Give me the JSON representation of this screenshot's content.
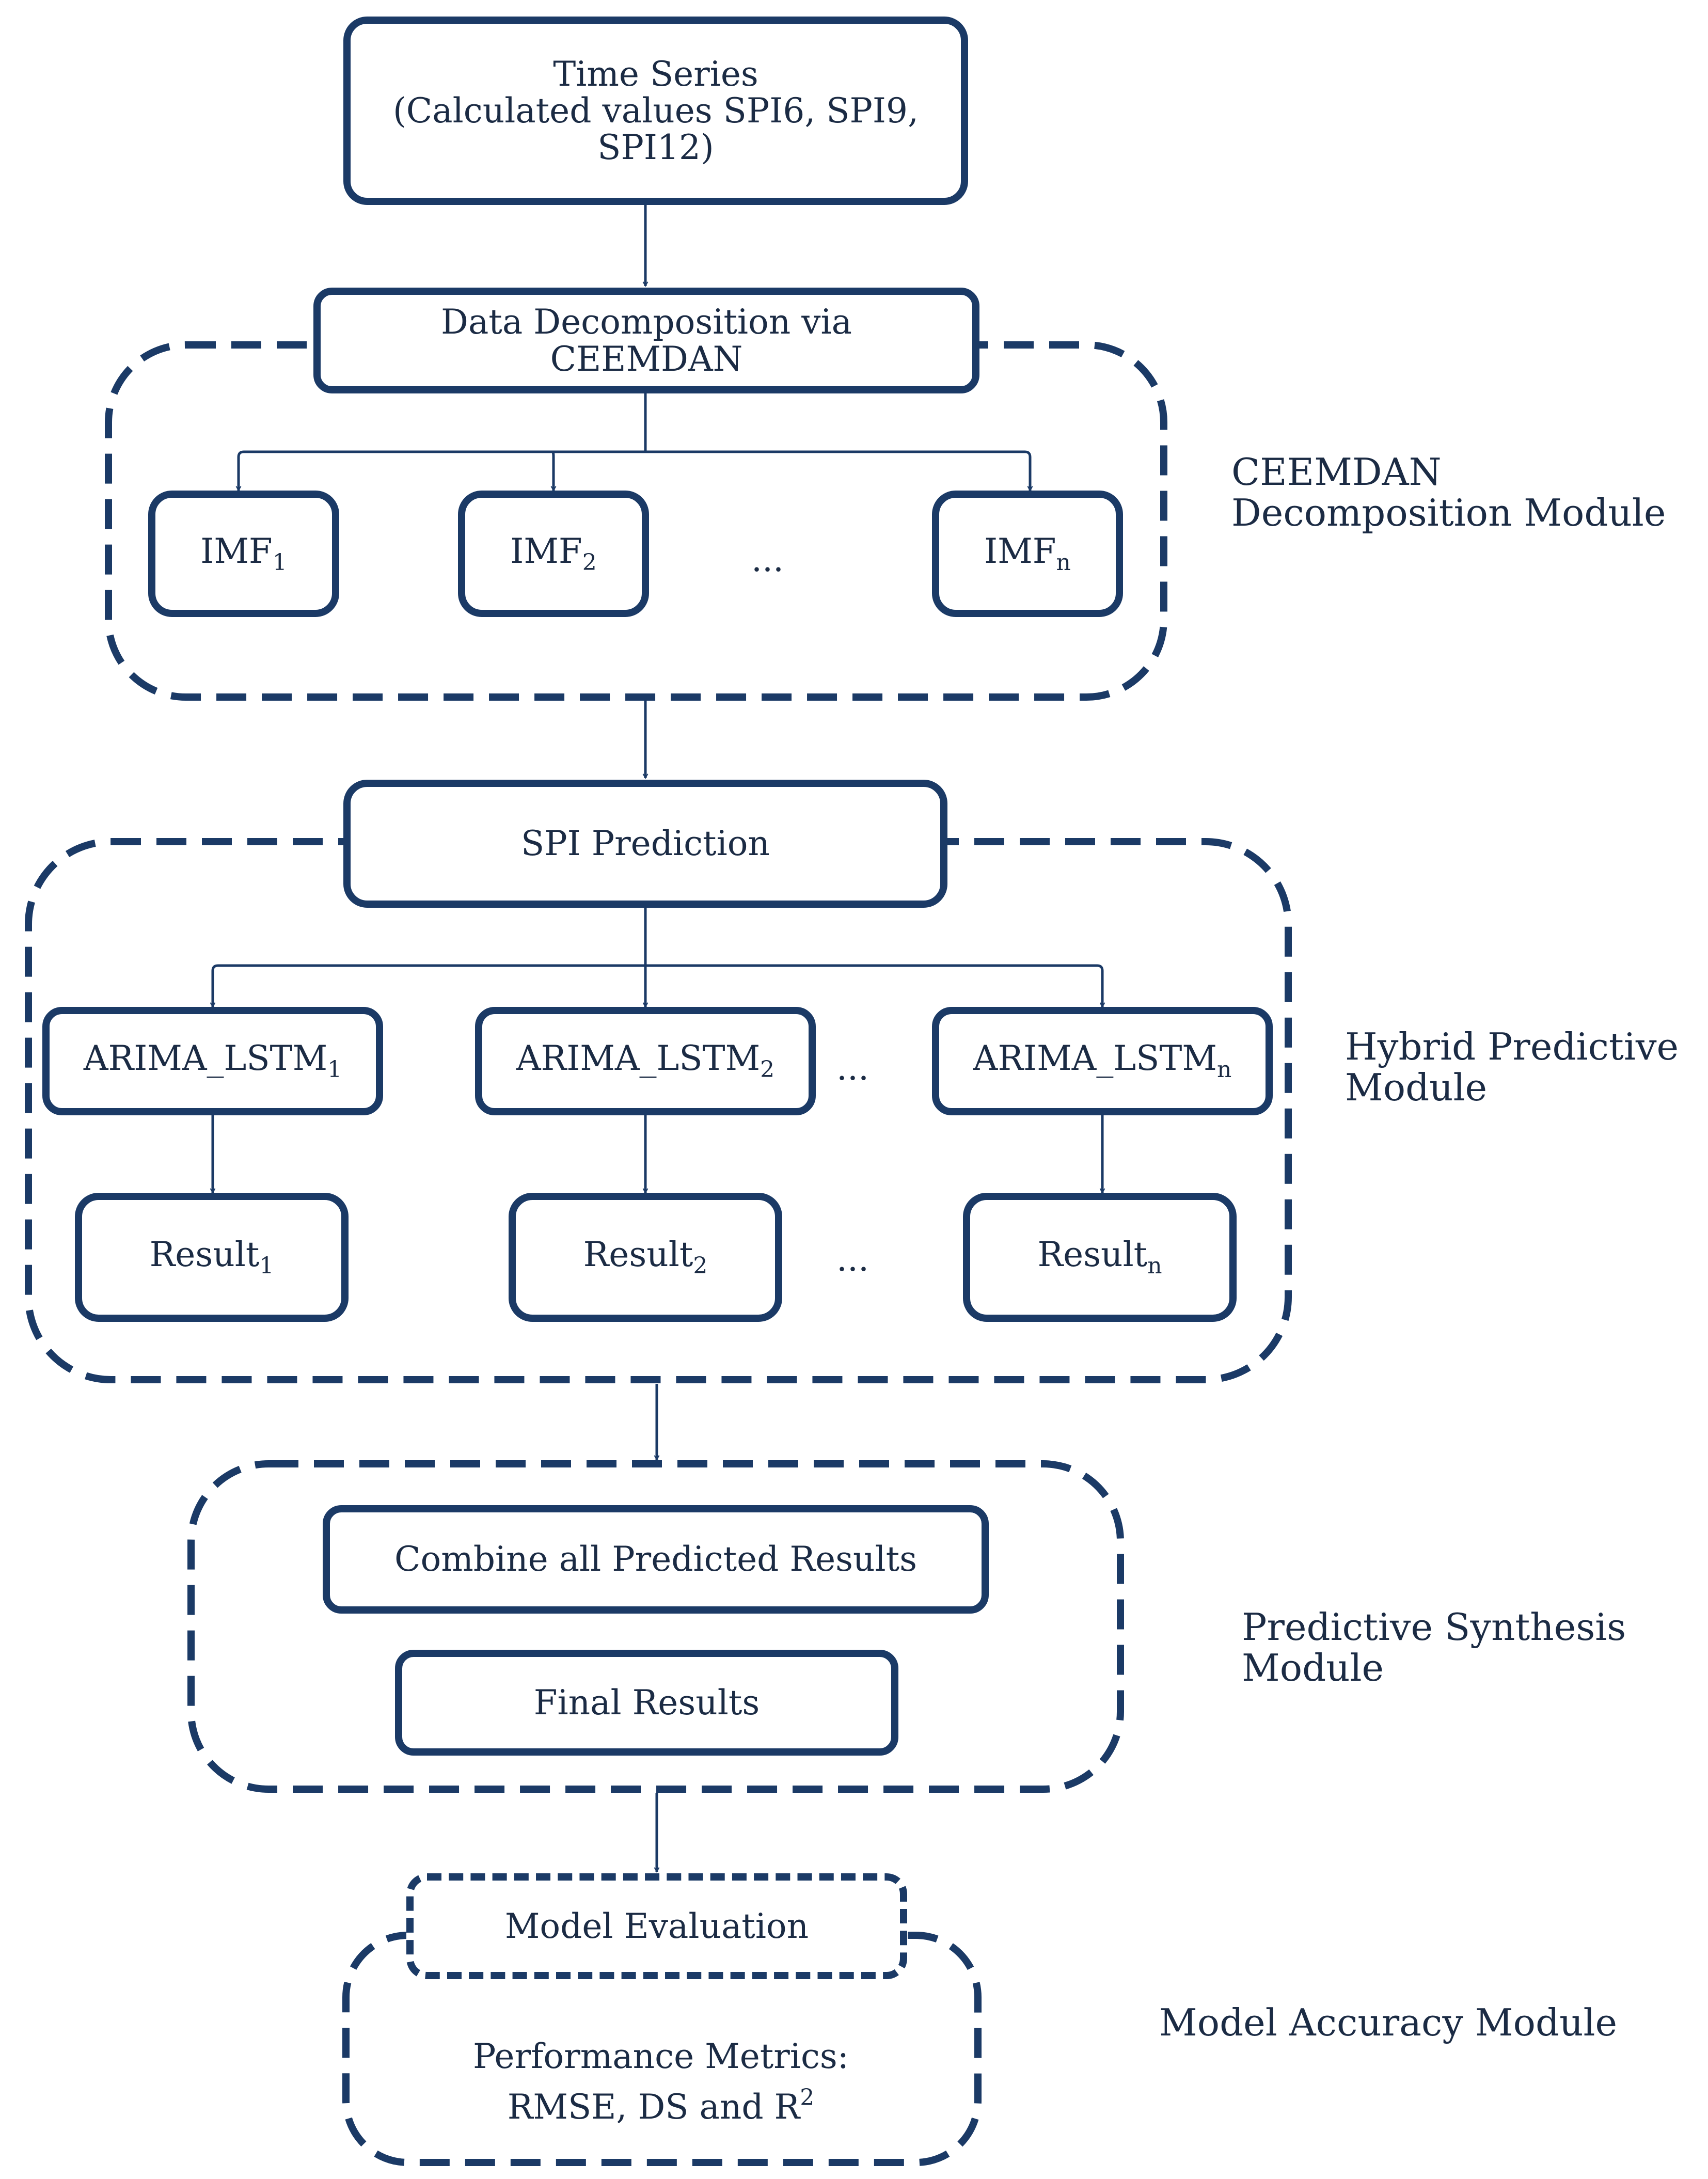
{
  "colors": {
    "stroke": "#1b3a66",
    "text": "#1b2b44"
  },
  "time_series": {
    "line1": "Time Series",
    "line2": "(Calculated values SPI6, SPI9,",
    "line3": "SPI12)"
  },
  "ceemdan": {
    "header_line1": "Data Decomposition via",
    "header_line2": "CEEMDAN",
    "imf_base": "IMF",
    "imf_subs": [
      "1",
      "2",
      "n"
    ],
    "ellipsis": "...",
    "module_label": "CEEMDAN\nDecomposition Module"
  },
  "hybrid": {
    "header": "SPI Prediction",
    "model_base": "ARIMA_LSTM",
    "model_subs": [
      "1",
      "2",
      "n"
    ],
    "result_base": "Result",
    "result_subs": [
      "1",
      "2",
      "n"
    ],
    "ellipsis": "...",
    "module_label": "Hybrid Predictive\nModule"
  },
  "synthesis": {
    "combine": "Combine all Predicted Results",
    "final": "Final Results",
    "module_label": "Predictive Synthesis\nModule"
  },
  "accuracy": {
    "header": "Model Evaluation",
    "metrics_line1": "Performance Metrics:",
    "metrics_line2": "RMSE, DS and R",
    "metrics_sup": "2",
    "module_label": "Model Accuracy Module"
  }
}
